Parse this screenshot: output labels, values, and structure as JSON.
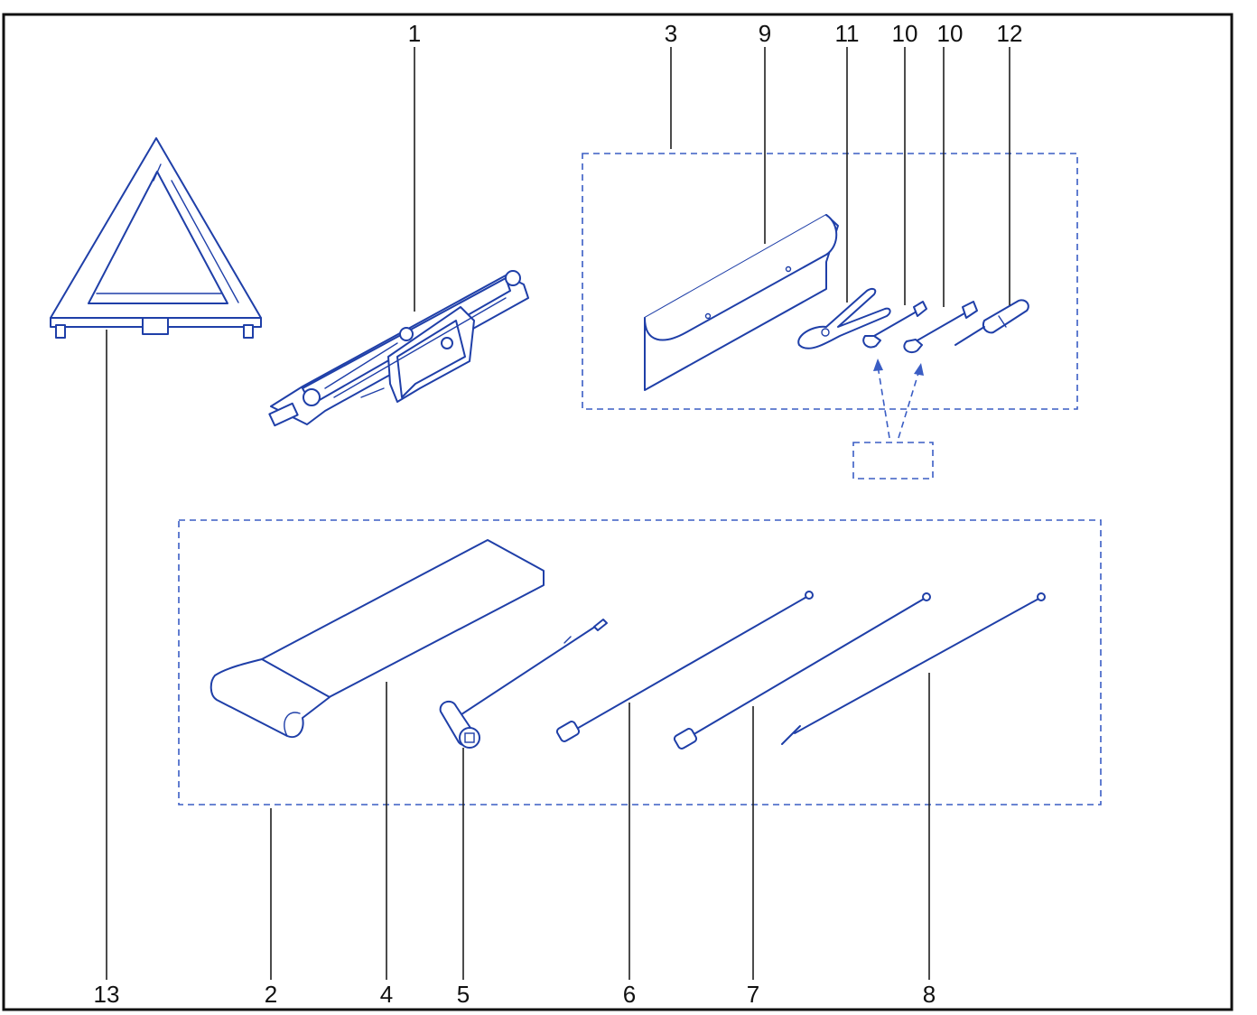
{
  "callouts": {
    "c1": "1",
    "c2": "2",
    "c3": "3",
    "c4": "4",
    "c5": "5",
    "c6": "6",
    "c7": "7",
    "c8": "8",
    "c9": "9",
    "c10a": "10",
    "c10b": "10",
    "c11": "11",
    "c12": "12",
    "c13": "13"
  },
  "colors": {
    "line_art": "#1f3fa8",
    "dashed_group": "#3a5dc4",
    "leader": "#1f1f1f",
    "frame": "#111111"
  }
}
